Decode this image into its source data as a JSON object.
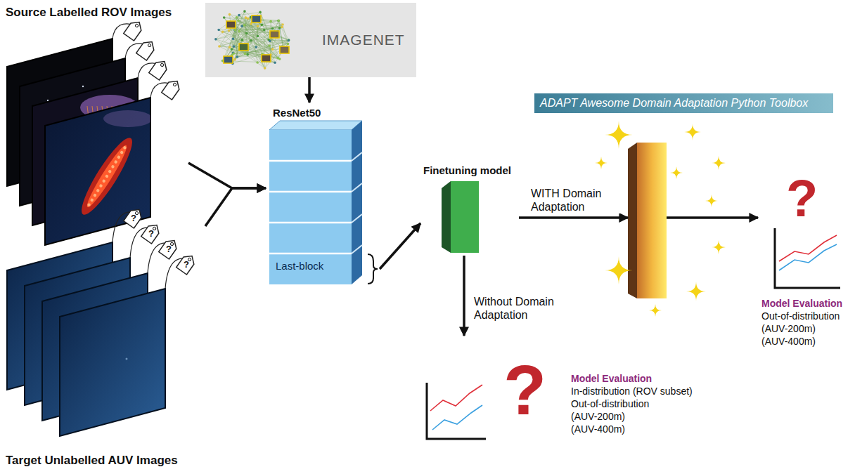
{
  "diagram": {
    "nodes": [
      {
        "text": [
          "Source Labelled ROV Images"
        ]
      },
      {
        "text": [
          "Target Unlabelled AUV Images"
        ]
      },
      {
        "text": [
          "IMAGENET"
        ]
      },
      {
        "text": [
          "ResNet50",
          "Last-block"
        ]
      },
      {
        "text": [
          "Finetuning model"
        ]
      },
      {
        "text": [
          "ADAPT Awesome Domain Adaptation Python Toolbox"
        ]
      },
      {
        "text": [
          "Model Evaluation",
          "In-distribution (ROV subset)",
          "Out-of-distribution",
          "(AUV-200m)",
          "(AUV-400m)"
        ]
      },
      {
        "text": [
          "Model Evaluation",
          "Out-of-distribution",
          "(AUV-200m)",
          "(AUV-400m)"
        ]
      }
    ],
    "edges": [
      {
        "from": 0,
        "to": 3,
        "arrow": "to"
      },
      {
        "from": 1,
        "to": 3,
        "arrow": "to"
      },
      {
        "from": 2,
        "to": 3,
        "arrow": "to"
      },
      {
        "from": 3,
        "to": 4,
        "arrow": "to"
      },
      {
        "from": 4,
        "to": 5,
        "label": "WITH Domain Adaptation",
        "arrow": "to"
      },
      {
        "from": 4,
        "to": 6,
        "label": "Without Domain Adaptation",
        "arrow": "to"
      },
      {
        "from": 5,
        "to": 7,
        "arrow": "to"
      }
    ],
    "labels": [
      "?",
      "?",
      "?",
      "?",
      "?",
      "?"
    ]
  }
}
